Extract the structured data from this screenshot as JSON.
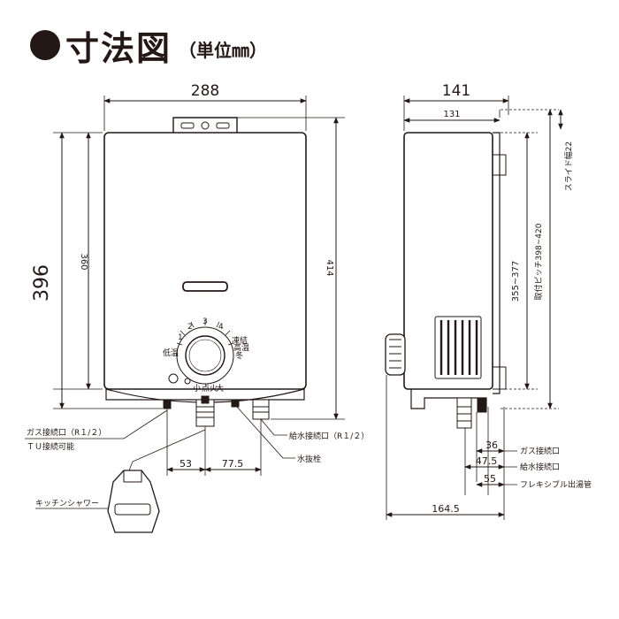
{
  "title": {
    "main": "寸法図",
    "unit": "（単位㎜）"
  },
  "dimensions": {
    "width": "288",
    "height_total": "396",
    "height_body": "360",
    "height_side": "414",
    "depth_total": "141",
    "depth_body": "131",
    "gas_offset": "53",
    "water_offset": "77.5",
    "side_range": "355~377",
    "mount_pitch": "取付ピッチ398~420",
    "slide_width": "スライド幅22",
    "gas_depth": "36",
    "water_depth": "47.5",
    "outlet_depth": "55",
    "shower_depth": "164.5"
  },
  "labels": {
    "gas_inlet": "ガス接続口（R１/２）",
    "tu_connect": "ＴＵ接続可能",
    "water_inlet": "給水接続口（R１/２）",
    "drain_plug": "水抜栓",
    "kitchen_shower": "キッチンシャワー",
    "gas_connect": "ガス接続口",
    "water_connect": "給水接続口",
    "flex_outlet": "フレキシブル出湯管"
  },
  "dial": {
    "n1": "1",
    "n2": "2",
    "n3": "3",
    "n4": "4",
    "low": "低温",
    "high": "高温",
    "freeze": "凍結",
    "winter": "冬",
    "small": "小",
    "large": "大",
    "fire": "点火"
  }
}
